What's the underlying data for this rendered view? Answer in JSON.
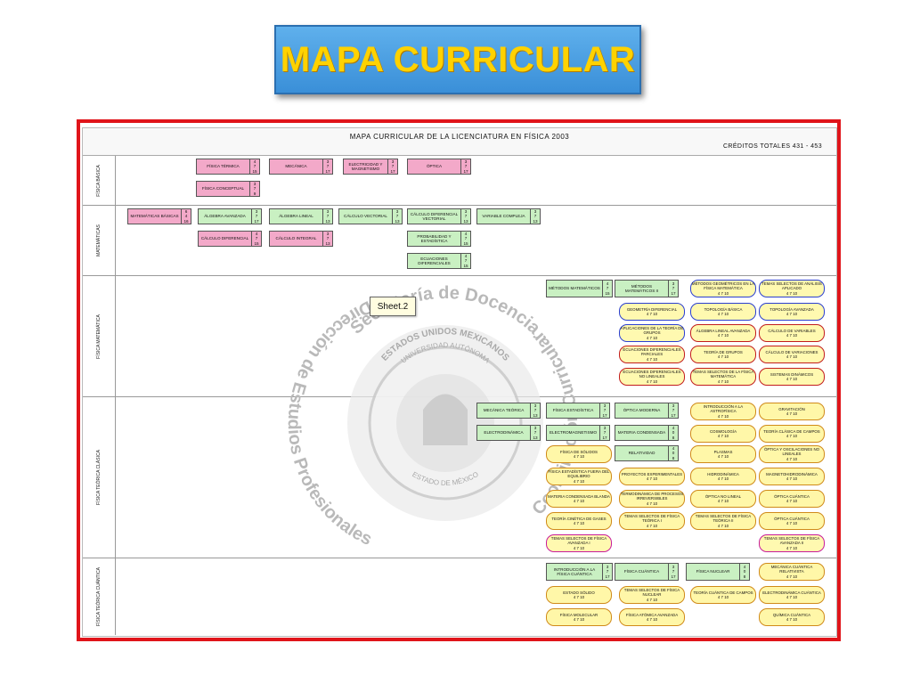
{
  "title": "MAPA CURRICULAR",
  "sheet": {
    "title": "MAPA CURRICULAR DE LA LICENCIATURA EN FÍSICA 2003",
    "credits": "CRÉDITOS TOTALES 431 - 453",
    "comment": "Sheet.2"
  },
  "bands": [
    {
      "label": "FÍSICA BÁSICA"
    },
    {
      "label": "MATEMÁTICAS"
    },
    {
      "label": "FÍSICA MATEMÁTICA"
    },
    {
      "label": "FÍSICA TEÓRICA CLÁSICA"
    },
    {
      "label": "FÍSICA TEÓRICA CUÁNTICA"
    }
  ],
  "courses": [
    {
      "name": "FÍSICA TÉRMICA",
      "c": [
        "4",
        "7",
        "15"
      ]
    },
    {
      "name": "MECÁNICA",
      "c": [
        "3",
        "7",
        "17"
      ]
    },
    {
      "name": "ELECTRICIDAD Y MAGNETISMO",
      "c": [
        "3",
        "7",
        "17"
      ]
    },
    {
      "name": "ÓPTICA",
      "c": [
        "3",
        "7",
        "17"
      ]
    },
    {
      "name": "FÍSICA CONCEPTUAL",
      "c": [
        "3",
        "7",
        "9"
      ]
    },
    {
      "name": "MATEMÁTICAS BÁSICAS",
      "c": [
        "6",
        "4",
        "16"
      ]
    },
    {
      "name": "ÁLGEBRA AVANZADA",
      "c": [
        "3",
        "7",
        "17"
      ]
    },
    {
      "name": "ÁLGEBRA LINEAL",
      "c": [
        "3",
        "7",
        "13"
      ]
    },
    {
      "name": "CÁLCULO VECTORIAL",
      "c": [
        "3",
        "7",
        "13"
      ]
    },
    {
      "name": "CÁLCULO DIFERENCIAL VECTORIAL",
      "c": [
        "3",
        "7",
        "13"
      ]
    },
    {
      "name": "VARIABLE COMPLEJA",
      "c": [
        "3",
        "7",
        "13"
      ]
    },
    {
      "name": "CÁLCULO DIFERENCIAL",
      "c": [
        "4",
        "7",
        "15"
      ]
    },
    {
      "name": "CÁLCULO INTEGRAL",
      "c": [
        "3",
        "7",
        "13"
      ]
    },
    {
      "name": "PROBABILIDAD Y ESTADÍSTICA",
      "c": [
        "4",
        "7",
        "15"
      ]
    },
    {
      "name": "ECUACIONES DIFERENCIALES",
      "c": [
        "4",
        "7",
        "15"
      ]
    },
    {
      "name": "MÉTODOS MATEMÁTICOS",
      "c": [
        "4",
        "7",
        "15"
      ]
    },
    {
      "name": "MÉTODOS MATEMÁTICOS II",
      "c": [
        "3",
        "7",
        "17"
      ]
    },
    {
      "name": "MECÁNICA TEÓRICA",
      "c": [
        "3",
        "7",
        "13"
      ]
    },
    {
      "name": "FÍSICA ESTADÍSTICA",
      "c": [
        "3",
        "7",
        "17"
      ]
    },
    {
      "name": "ÓPTICA MODERNA",
      "c": [
        "3",
        "7",
        "17"
      ]
    },
    {
      "name": "ELECTRODINÁMICA",
      "c": [
        "3",
        "7",
        "13"
      ]
    },
    {
      "name": "ELECTROMAGNETISMO",
      "c": [
        "3",
        "7",
        "17"
      ]
    },
    {
      "name": "MATERIA CONDENSADA",
      "c": [
        "4",
        "0",
        "8"
      ]
    },
    {
      "name": "RELATIVIDAD",
      "c": [
        "4",
        "0",
        "8"
      ]
    },
    {
      "name": "INTRODUCCIÓN A LA FÍSICA CUÁNTICA",
      "c": [
        "3",
        "7",
        "17"
      ]
    },
    {
      "name": "FÍSICA CUÁNTICA",
      "c": [
        "3",
        "7",
        "17"
      ]
    },
    {
      "name": "FÍSICA NUCLEAR",
      "c": [
        "4",
        "0",
        "8"
      ]
    }
  ],
  "electives": [
    {
      "name": "MÉTODOS GEOMÉTRICOS EN LA FÍSICA MATEMÁTICA",
      "c": "4 7 10"
    },
    {
      "name": "TEMAS SELECTOS DE ANÁLISIS APLICADO",
      "c": "4 7 10"
    },
    {
      "name": "GEOMETRÍA DIFERENCIAL",
      "c": "4 7 10"
    },
    {
      "name": "TOPOLOGÍA BÁSICA",
      "c": "4 7 10"
    },
    {
      "name": "TOPOLOGÍA AVANZADA",
      "c": "4 7 10"
    },
    {
      "name": "APLICACIONES DE LA TEORÍA DE GRUPOS",
      "c": "4 7 10"
    },
    {
      "name": "ÁLGEBRA LINEAL AVANZADA",
      "c": "4 7 10"
    },
    {
      "name": "CÁLCULO DE VARIABLES",
      "c": "4 7 10"
    },
    {
      "name": "ECUACIONES DIFERENCIALES PARCIALES",
      "c": "4 7 10"
    },
    {
      "name": "TEORÍA DE GRUPOS",
      "c": "4 7 10"
    },
    {
      "name": "CÁLCULO DE VARIACIONES",
      "c": "4 7 10"
    },
    {
      "name": "ECUACIONES DIFERENCIALES NO LINEALES",
      "c": "4 7 10"
    },
    {
      "name": "TEMAS SELECTOS DE LA FÍSICA MATEMÁTICA",
      "c": "4 7 10"
    },
    {
      "name": "SISTEMAS DINÁMICOS",
      "c": "4 7 10"
    },
    {
      "name": "INTRODUCCIÓN A LA ASTROFÍSICA",
      "c": "4 7 10"
    },
    {
      "name": "GRAVITACIÓN",
      "c": "4 7 10"
    },
    {
      "name": "COSMOLOGÍA",
      "c": "4 7 10"
    },
    {
      "name": "TEORÍA CLÁSICA DE CAMPOS",
      "c": "4 7 10"
    },
    {
      "name": "FÍSICA DE SÓLIDOS",
      "c": "4 7 10"
    },
    {
      "name": "PLASMAS",
      "c": "4 7 10"
    },
    {
      "name": "ÓPTICA Y OSCILACIONES NO LINEALES",
      "c": "4 7 10"
    },
    {
      "name": "MAGNETOHIDRODINÁMICA",
      "c": "4 7 10"
    },
    {
      "name": "FÍSICA ESTADÍSTICA FUERA DEL EQUILIBRIO",
      "c": "4 7 10"
    },
    {
      "name": "PROYECTOS EXPERIMENTALES",
      "c": "4 7 10"
    },
    {
      "name": "HIDRODINÁMICA",
      "c": "4 7 10"
    },
    {
      "name": "MATERIA CONDENSADA BLANDA",
      "c": "4 7 10"
    },
    {
      "name": "TERMODINÁMICA DE PROCESOS IRREVERSIBLES",
      "c": "4 7 10"
    },
    {
      "name": "ÓPTICA NO LINEAL",
      "c": "4 7 10"
    },
    {
      "name": "ÓPTICA CUÁNTICA",
      "c": "4 7 10"
    },
    {
      "name": "TEORÍA CINÉTICA DE GASES",
      "c": "4 7 10"
    },
    {
      "name": "TEMAS SELECTOS DE FÍSICA TEÓRICA I",
      "c": "4 7 10"
    },
    {
      "name": "TEMAS SELECTOS DE FÍSICA TEÓRICA II",
      "c": "4 7 10"
    },
    {
      "name": "ÓPTICA CUÁNTICA",
      "c": "4 7 10"
    },
    {
      "name": "TEMAS SELECTOS DE FÍSICA AVANZADA I",
      "c": "4 7 10"
    },
    {
      "name": "TEMAS SELECTOS DE FÍSICA AVANZADA II",
      "c": "4 7 10"
    },
    {
      "name": "MECÁNICA CUÁNTICA RELATIVISTA",
      "c": "4 7 10"
    },
    {
      "name": "ESTADO SÓLIDO",
      "c": "4 7 10"
    },
    {
      "name": "TEMAS SELECTOS DE FÍSICA NUCLEAR",
      "c": "4 7 10"
    },
    {
      "name": "TEORÍA CUÁNTICA DE CAMPOS",
      "c": "4 7 10"
    },
    {
      "name": "ELECTRODINÁMICA CUÁNTICA",
      "c": "4 7 10"
    },
    {
      "name": "FÍSICA MOLECULAR",
      "c": "4 7 10"
    },
    {
      "name": "FÍSICA ATÓMICA AVANZADA",
      "c": "4 7 10"
    },
    {
      "name": "QUÍMICA CUÁNTICA",
      "c": "4 7 10"
    }
  ],
  "watermark": {
    "outer_top": "Secretaría de Docencia",
    "outer_left": "Dirección de Estudios Profesionales",
    "outer_right": "Coordinación Curricular",
    "inner_top": "ESTADOS UNIDOS MEXICANOS",
    "inner_ring": "UNIVERSIDAD AUTÓNOMA",
    "inner_bottom": "ESTADO DE MÉXICO"
  }
}
